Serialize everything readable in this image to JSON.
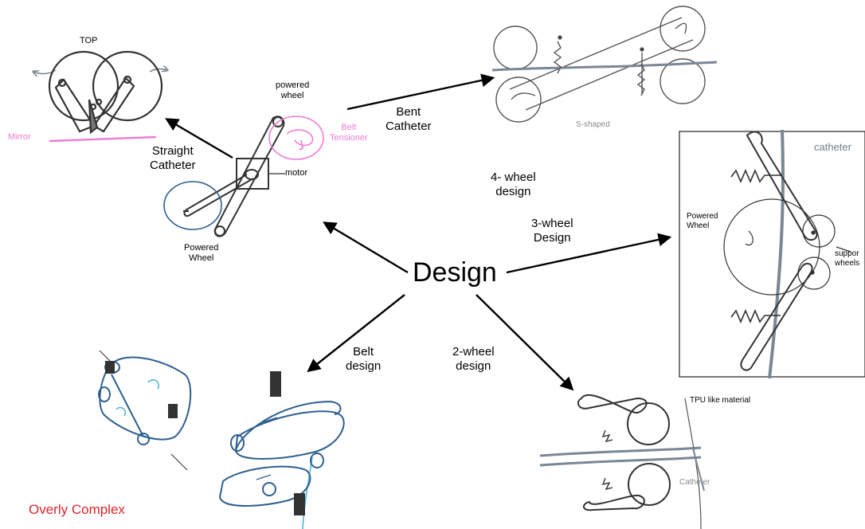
{
  "center": "Design",
  "branches": {
    "straight": "Straight\nCatheter",
    "bent": "Bent\nCatheter",
    "four_wheel": "4- wheel\ndesign",
    "three_wheel": "3-wheel\nDesign",
    "two_wheel": "2-wheel\ndesign",
    "belt": "Belt\ndesign"
  },
  "sketch_labels": {
    "top": "TOP",
    "mirror": "Mirror",
    "powered_wheel_top": "powered\nwheel",
    "belt_tensioner": "Belt\nTensioner",
    "motor": "motor",
    "powered_wheel_bottom": "Powered\nWheel",
    "s_shaped": "S-shaped",
    "catheter_box": "catheter",
    "powered_wheel_box": "Powered\nWheel",
    "support_wheels": "suppor\nwheels",
    "tpu": "TPU like material",
    "catheter_two_wheel": "Catheter",
    "overly_complex": "Overly Complex"
  },
  "colors": {
    "ink": "#000000",
    "pink": "#f07bd4",
    "gray": "#8a8a8a",
    "belt_blue": "#2e5f8f",
    "cyan": "#4fb6df",
    "red": "#e0242a"
  }
}
